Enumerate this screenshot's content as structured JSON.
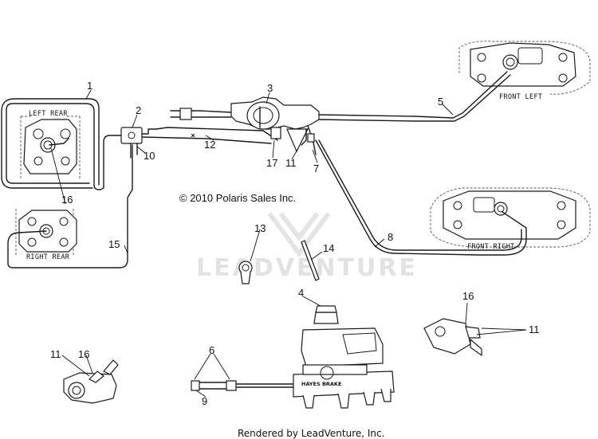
{
  "diagram": {
    "copyright": "© 2010 Polaris Sales Inc.",
    "footer": "Rendered by LeadVenture, Inc.",
    "watermark": "LEADVENTURE",
    "labels": {
      "left_rear": "LEFT REAR",
      "right_rear": "RIGHT REAR",
      "front_left": "FRONT LEFT",
      "front_right": "FRONT RIGHT",
      "master_cylinder_brand": "HAYES BRAKE"
    },
    "callouts": {
      "c1": "1",
      "c2": "2",
      "c3": "3",
      "c4": "4",
      "c5": "5",
      "c6": "6",
      "c7": "7",
      "c8": "8",
      "c9": "9",
      "c10": "10",
      "c11a": "11",
      "c11b": "11",
      "c11c": "11",
      "c12": "12",
      "c13": "13",
      "c14": "14",
      "c15": "15",
      "c16a": "16",
      "c16b": "16",
      "c16c": "16",
      "c17": "17"
    }
  }
}
